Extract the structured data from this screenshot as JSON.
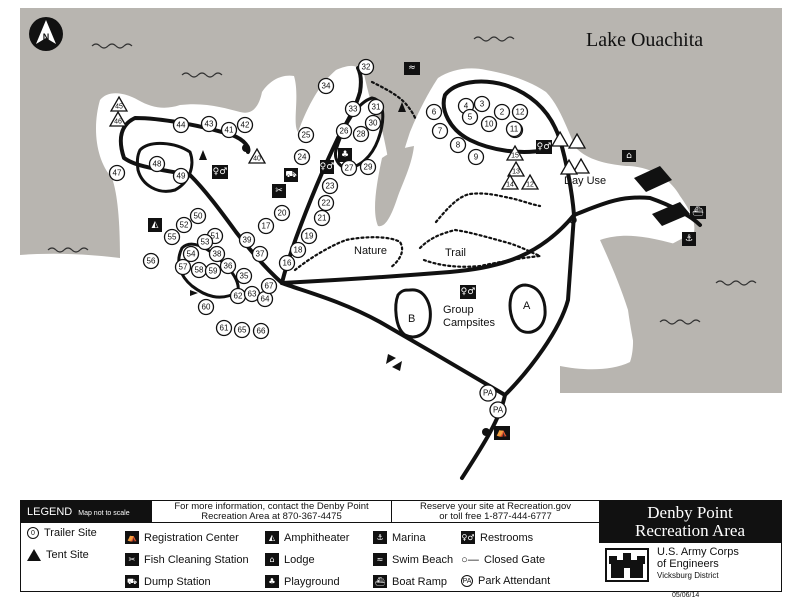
{
  "lake_name": "Lake Ouachita",
  "north_label": "N",
  "map_labels": {
    "day_use": "Day Use",
    "nature": "Nature",
    "trail": "Trail",
    "group_campsites_line1": "Group",
    "group_campsites_line2": "Campsites",
    "group_a": "A",
    "group_b": "B",
    "pa": "PA"
  },
  "trailer_sites": [
    "1",
    "2",
    "3",
    "4",
    "5",
    "6",
    "7",
    "8",
    "9",
    "10",
    "11",
    "12",
    "13",
    "14",
    "15",
    "16",
    "17",
    "18",
    "19",
    "20",
    "21",
    "22",
    "23",
    "24",
    "25",
    "26",
    "27",
    "28",
    "29",
    "30",
    "31",
    "32",
    "33",
    "34",
    "35",
    "36",
    "37",
    "38",
    "39",
    "40",
    "41",
    "42",
    "43",
    "44",
    "45",
    "46",
    "47",
    "48",
    "49",
    "50",
    "51",
    "52",
    "53",
    "54",
    "55",
    "56",
    "57",
    "58",
    "59",
    "60",
    "61",
    "62",
    "63",
    "64",
    "65",
    "66",
    "67"
  ],
  "legend": {
    "title": "LEGEND",
    "scale_note": "Map not to scale",
    "info_line1": "For more information, contact the Denby Point",
    "info_line2": "Recreation Area at 870-367-4475",
    "reserve_line1": "Reserve your site at Recreation.gov",
    "reserve_line2": "or toll free 1-877-444-6777",
    "area_name_line1": "Denby Point",
    "area_name_line2": "Recreation Area",
    "agency_line1": "U.S. Army Corps",
    "agency_line2": "of Engineers",
    "agency_district": "Vicksburg District",
    "items": [
      {
        "label": "Trailer Site",
        "icon": "circle-icon",
        "glyph": "0"
      },
      {
        "label": "Tent Site",
        "icon": "triangle-icon",
        "glyph": ""
      },
      {
        "label": "Registration Center",
        "icon": "registration-icon",
        "glyph": "⛺"
      },
      {
        "label": "Fish Cleaning Station",
        "icon": "fish-cleaning-icon",
        "glyph": "✂"
      },
      {
        "label": "Dump Station",
        "icon": "dump-station-icon",
        "glyph": "⛟"
      },
      {
        "label": "Amphitheater",
        "icon": "amphitheater-icon",
        "glyph": "◭"
      },
      {
        "label": "Lodge",
        "icon": "lodge-icon",
        "glyph": "⌂"
      },
      {
        "label": "Playground",
        "icon": "playground-icon",
        "glyph": "♣"
      },
      {
        "label": "Marina",
        "icon": "marina-icon",
        "glyph": "⚓"
      },
      {
        "label": "Swim Beach",
        "icon": "swim-beach-icon",
        "glyph": "≈"
      },
      {
        "label": "Boat Ramp",
        "icon": "boat-ramp-icon",
        "glyph": "⛴"
      },
      {
        "label": "Restrooms",
        "icon": "restrooms-icon",
        "glyph": "♀♂"
      },
      {
        "label": "Closed Gate",
        "icon": "closed-gate-icon",
        "glyph": "○—"
      },
      {
        "label": "Park Attendant",
        "icon": "park-attendant-icon",
        "glyph": "PA"
      }
    ]
  },
  "date": "05/06/14",
  "colors": {
    "water": "#b8b5b0",
    "land": "#ffffff",
    "ink": "#111111"
  }
}
